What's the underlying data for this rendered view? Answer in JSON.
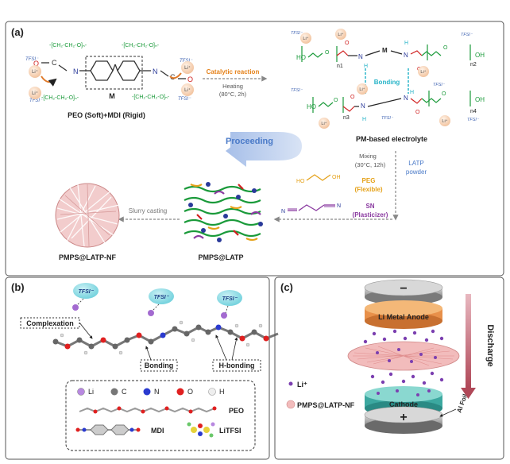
{
  "panel_a": {
    "label": "(a)",
    "li_ion": "Li⁺",
    "tfsi": "TFSI⁻",
    "peo_unit": "-[CH₂-CH₂-O]ₙ-",
    "m": "M",
    "left_caption": "PEO (Soft)+MDI (Rigid)",
    "catalytic": "Catalytic reaction",
    "heating_1": "Heating",
    "heating_2": "(80°C, 2h)",
    "bonding": "Bonding",
    "ho": "HO",
    "oh": "OH",
    "n1": "n1",
    "n2": "n2",
    "n3": "n3",
    "n4": "n4",
    "o": "O",
    "n": "N",
    "h": "H",
    "proceeding": "Proceeding",
    "right_caption": "PM-based electrolyte",
    "mixing_1": "Mixing",
    "mixing_2": "(30°C, 12h)",
    "latp_1": "LATP",
    "latp_2": "powder",
    "peg_1": "PEG",
    "peg_2": "(Flexible)",
    "sn_1": "SN",
    "sn_2": "(Plasticizer)",
    "slurry": "Slurry casting",
    "nf_caption": "PMPS@LATP-NF",
    "latp_caption": "PMPS@LATP"
  },
  "panel_b": {
    "label": "(b)",
    "tfsi": "TFSI⁻",
    "complexation": "Complexation",
    "bonding": "Bonding",
    "hbonding": "H-bonding",
    "legend": {
      "li": "Li",
      "c": "C",
      "n": "N",
      "o": "O",
      "h": "H",
      "peo": "PEO",
      "mdi": "MDI",
      "litfsi": "LiTFSI"
    }
  },
  "panel_c": {
    "label": "(c)",
    "minus": "−",
    "plus": "+",
    "anode": "Li Metal Anode",
    "cathode": "Cathode",
    "al_foil": "Al Foil",
    "discharge": "Discharge",
    "legend_li": "Li⁺",
    "legend_nf": "PMPS@LATP-NF"
  },
  "colors": {
    "li_ball": "#f4c9a6",
    "tfsi": "#3a5fb0",
    "peo_green": "#1a9a3a",
    "red": "#d02020",
    "bonding": "#27b4c8",
    "proceeding": "#4a7ac8",
    "peg": "#e5a21a",
    "sn": "#8a3aa0",
    "purple_dot": "#7b3fb0",
    "anode": "#f0a55a",
    "cathode": "#6ac8c0",
    "nf_pink": "#e8a8a8",
    "discharge": "#c06070"
  }
}
